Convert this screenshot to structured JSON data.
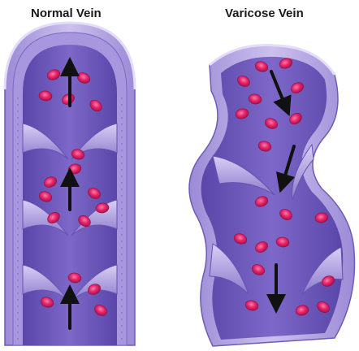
{
  "titles": {
    "normal": "Normal Vein",
    "varicose": "Varicose Vein"
  },
  "colors": {
    "background": "#ffffff",
    "vein_wall_outer": "#b6a9de",
    "vein_wall_inner": "#8f7ccc",
    "vein_lumen": "#6b54b8",
    "blood_cell": "#d81b5a",
    "blood_cell_center": "#ff6f9b",
    "arrow": "#111111"
  },
  "flow": {
    "normal": "upward",
    "varicose": "downward"
  }
}
